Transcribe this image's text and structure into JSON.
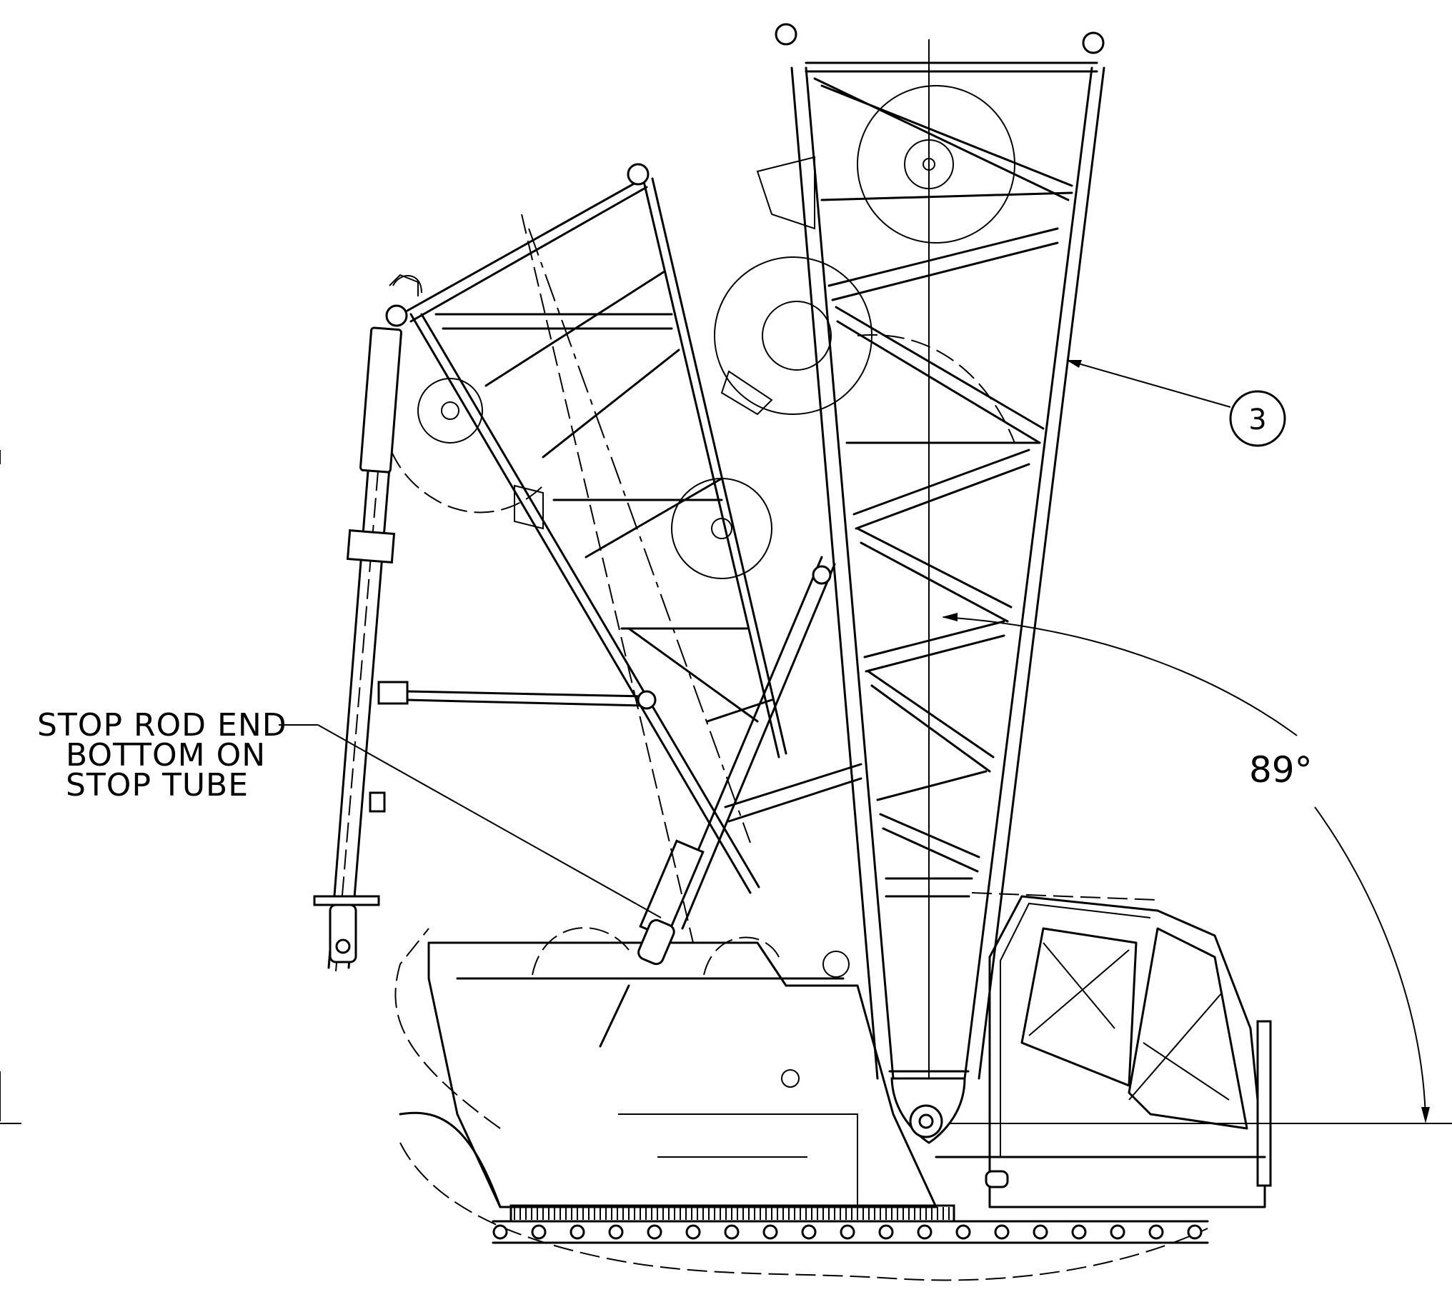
{
  "callouts": {
    "stop_note": [
      "STOP ROD END",
      "BOTTOM ON",
      "STOP TUBE"
    ],
    "angle_label": "89°",
    "item_balloon": "3"
  }
}
